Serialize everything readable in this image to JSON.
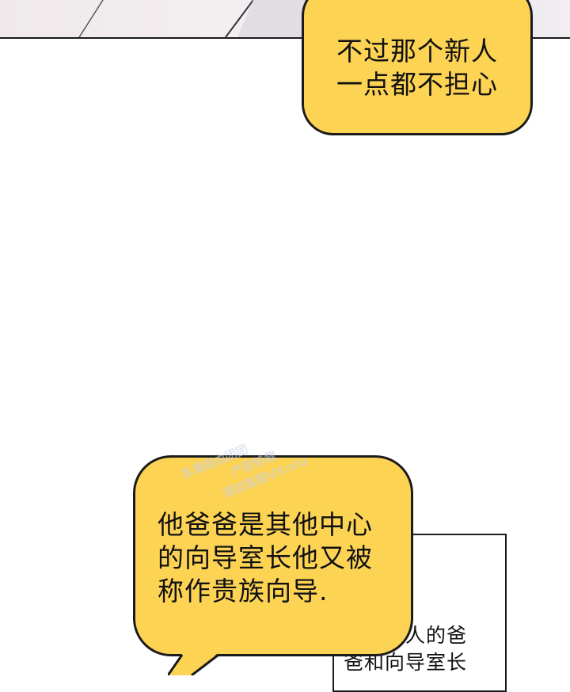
{
  "bubble_top": {
    "lines": [
      "不过那个新人",
      "一点都不担心"
    ]
  },
  "bubble_bottom": {
    "lines": [
      "他爸爸是其他中心",
      "的向导室长他又被",
      "称作贵族向导."
    ]
  },
  "narration": {
    "lines": [
      "据说新人的爸",
      "爸和向导室长"
    ]
  },
  "watermark": {
    "lines": [
      "本漫画由团团",
      "产获转载",
      "请加客服VX:xiu"
    ]
  },
  "colors": {
    "bubble_fill": "#fdd354",
    "outline": "#1b1b1b"
  }
}
